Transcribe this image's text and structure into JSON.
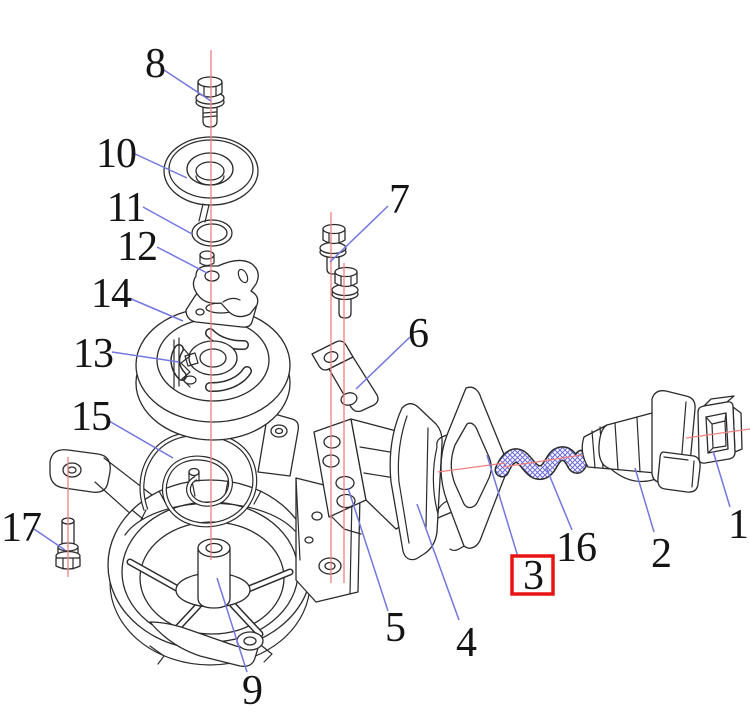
{
  "diagram": {
    "type": "exploded-parts-diagram",
    "background": "#ffffff",
    "colors": {
      "outline": "#2b2b2b",
      "leader_line": "#7277e0",
      "centerline": "#ef8080",
      "highlight": "#e81414",
      "rope_hatch": "#6b6bd8",
      "label": "#141414"
    },
    "labels": {
      "p1": "1",
      "p2": "2",
      "p3": "3",
      "p4": "4",
      "p5": "5",
      "p6": "6",
      "p7": "7",
      "p8": "8",
      "p9": "9",
      "p10": "10",
      "p11": "11",
      "p12": "12",
      "p13": "13",
      "p14": "14",
      "p15": "15",
      "p16": "16",
      "p17": "17"
    },
    "highlighted_part": "3"
  }
}
